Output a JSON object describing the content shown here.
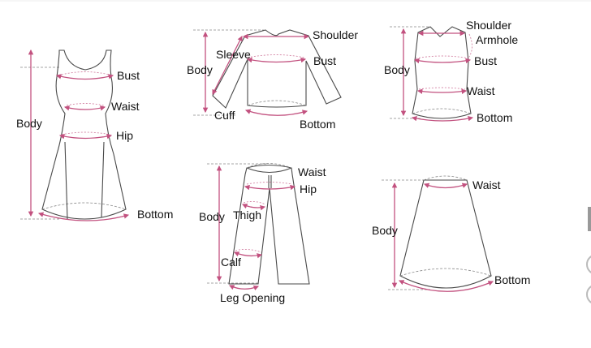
{
  "colors": {
    "measure": "#c2517f",
    "outline": "#4a4a4a",
    "guide": "#888888"
  },
  "dress": {
    "bust": "Bust",
    "waist": "Waist",
    "hip": "Hip",
    "body": "Body",
    "bottom": "Bottom"
  },
  "sweater": {
    "shoulder": "Shoulder",
    "sleeve": "Sleeve",
    "bust": "Bust",
    "body": "Body",
    "cuff": "Cuff",
    "bottom": "Bottom"
  },
  "vest": {
    "shoulder": "Shoulder",
    "armhole": "Armhole",
    "bust": "Bust",
    "body": "Body",
    "waist": "Waist",
    "bottom": "Bottom"
  },
  "pants": {
    "waist": "Waist",
    "hip": "Hip",
    "body": "Body",
    "thigh": "Thigh",
    "calf": "Calf",
    "leg_opening": "Leg Opening"
  },
  "skirt": {
    "waist": "Waist",
    "body": "Body",
    "bottom": "Bottom"
  }
}
